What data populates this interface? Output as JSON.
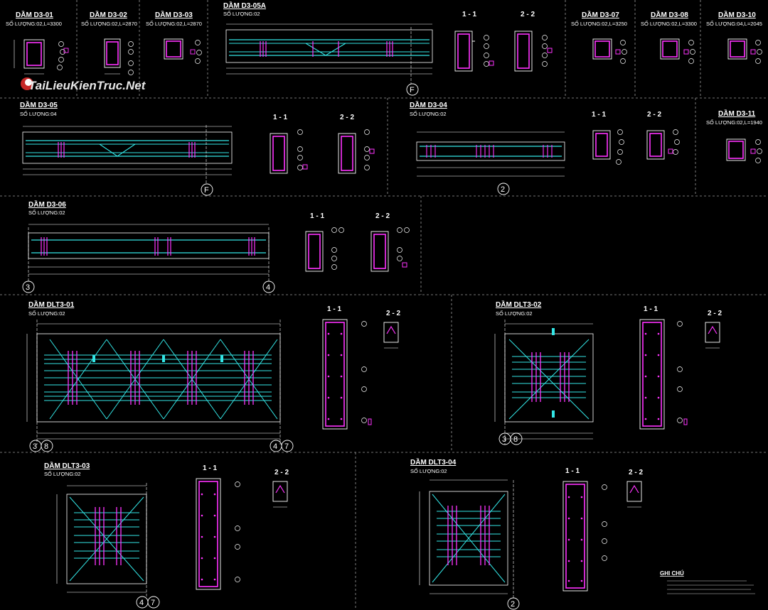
{
  "watermark": "TaiLieuKienTruc.Net",
  "frames": [
    {
      "id": "d3-01",
      "title": "DẦM D3-01",
      "subtitle": "SỐ LƯỢNG:02,L=3300"
    },
    {
      "id": "d3-02",
      "title": "DẦM D3-02",
      "subtitle": "SỐ LƯỢNG:02,L=2870"
    },
    {
      "id": "d3-03",
      "title": "DẦM D3-03",
      "subtitle": "SỐ LƯỢNG:02,L=2870"
    },
    {
      "id": "d3-05a",
      "title": "DẦM D3-05A",
      "subtitle": "SỐ LƯỢNG:02"
    },
    {
      "id": "d3-07",
      "title": "DẦM D3-07",
      "subtitle": "SỐ LƯỢNG:02,L=3250"
    },
    {
      "id": "d3-08",
      "title": "DẦM D3-08",
      "subtitle": "SỐ LƯỢNG:02,L=3300"
    },
    {
      "id": "d3-10",
      "title": "DẦM D3-10",
      "subtitle": "SỐ LƯỢNG:04,L=2045"
    },
    {
      "id": "d3-05",
      "title": "DẦM D3-05",
      "subtitle": "SỐ LƯỢNG:04"
    },
    {
      "id": "d3-04",
      "title": "DẦM D3-04",
      "subtitle": "SỐ LƯỢNG:02"
    },
    {
      "id": "d3-11",
      "title": "DẦM D3-11",
      "subtitle": "SỐ LƯỢNG:02,L=1940"
    },
    {
      "id": "d3-06",
      "title": "DẦM D3-06",
      "subtitle": "SỐ LƯỢNG:02"
    },
    {
      "id": "dlt3-01",
      "title": "DẦM DLT3-01",
      "subtitle": "SỐ LƯỢNG:02"
    },
    {
      "id": "dlt3-02",
      "title": "DẦM DLT3-02",
      "subtitle": "SỐ LƯỢNG:02"
    },
    {
      "id": "dlt3-03",
      "title": "DẦM DLT3-03",
      "subtitle": "SỐ LƯỢNG:02"
    },
    {
      "id": "dlt3-04",
      "title": "DẦM DLT3-04",
      "subtitle": "SỐ LƯỢNG:02"
    }
  ],
  "section_labels": {
    "s11": "1 - 1",
    "s22": "2 - 2"
  },
  "axis_labels": {
    "F": "F",
    "two": "2",
    "three": "3",
    "four": "4",
    "eight": "8",
    "seven": "7"
  },
  "notes": {
    "title": "GHI CHÚ"
  },
  "colors": {
    "background": "#000000",
    "stirrup": "#ff33ff",
    "rebar": "#33e6e6",
    "line": "#ffffff",
    "dashed": "#bfbfbf",
    "bubble": "#ffffff"
  }
}
